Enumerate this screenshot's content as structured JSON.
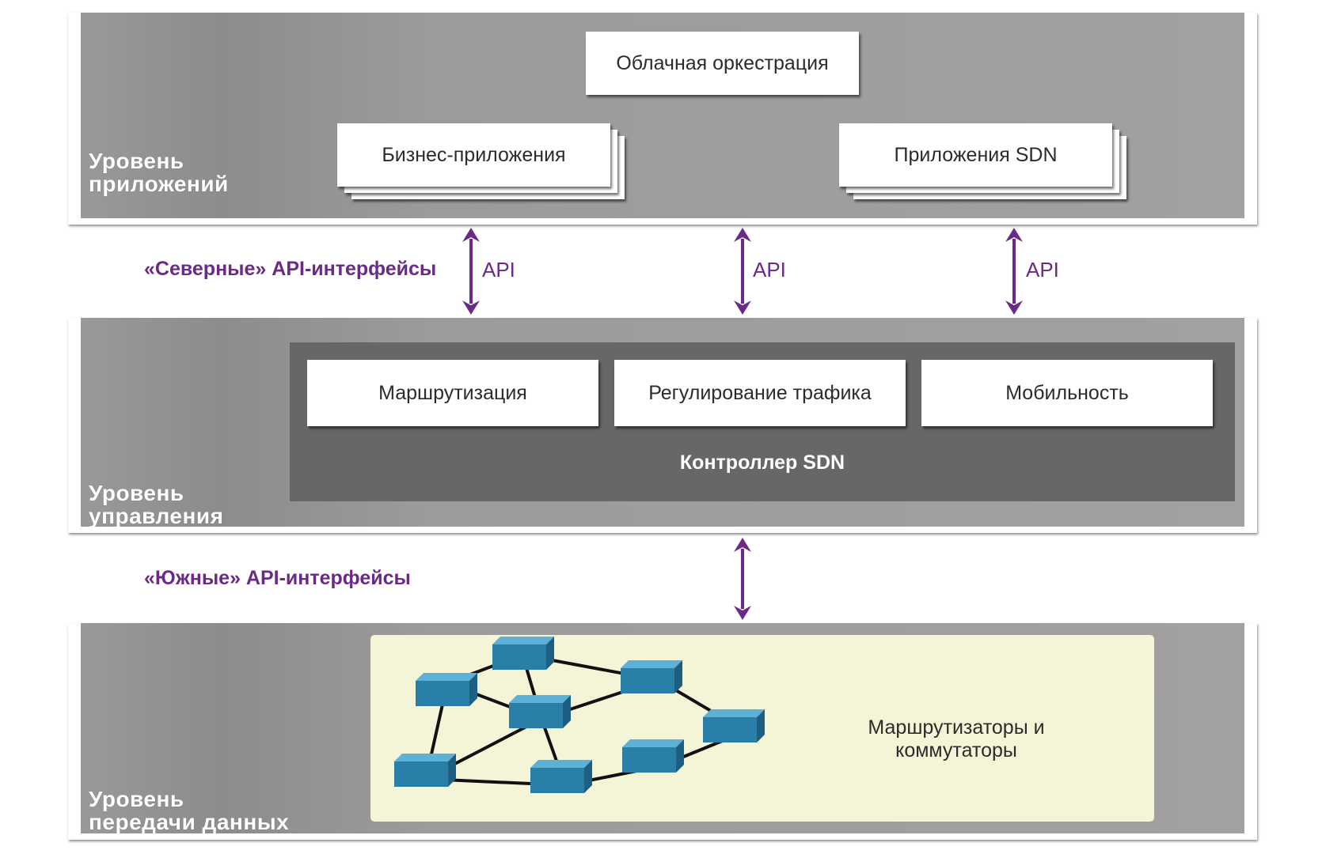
{
  "layers": {
    "application": {
      "title_line1": "Уровень",
      "title_line2": "приложений",
      "cloud_box": "Облачная оркестрация",
      "business_box": "Бизнес-приложения",
      "sdn_apps_box": "Приложения SDN"
    },
    "control": {
      "title_line1": "Уровень",
      "title_line2": "управления",
      "controller_label": "Контроллер SDN",
      "services": [
        "Маршрутизация",
        "Регулирование трафика",
        "Мобильность"
      ]
    },
    "data": {
      "title_line1": "Уровень",
      "title_line2": "передачи данных",
      "network_label_line1": "Маршрутизаторы и",
      "network_label_line2": "коммутаторы"
    }
  },
  "interfaces": {
    "northbound_label": "«Северные» API-интерфейсы",
    "southbound_label": "«Южные» API-интерфейсы",
    "api_labels": [
      "API",
      "API",
      "API"
    ]
  },
  "colors": {
    "accent_purple": "#6a2a86",
    "layer_gray": "#a2a1a1",
    "controller_gray": "#686666",
    "device_blue": "#2a7fa8",
    "network_panel": "#f3f5d6"
  }
}
